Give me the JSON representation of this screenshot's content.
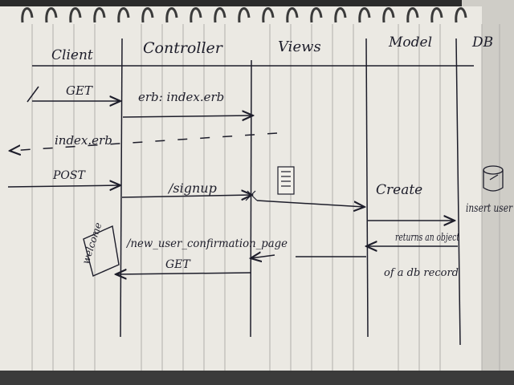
{
  "colors": {
    "paper": "#e9e7e1",
    "paper_shadow": "#c9c6bf",
    "rule_line": "#a9a8a4",
    "ink": "#1d1d2a",
    "spiral": "#3a3a3a",
    "background": "#2b2b2b"
  },
  "lanes": {
    "client": "Client",
    "controller": "Controller",
    "views": "Views",
    "model": "Model",
    "db": "DB"
  },
  "messages": {
    "get_request": "GET",
    "erb_render": "erb: index.erb",
    "index_response": "index.erb",
    "post_request": "POST",
    "signup": "/signup",
    "create": "Create",
    "insert_user": "insert user",
    "returns_object": "returns an object",
    "db_record": "of a db record",
    "confirmation_page": "/new_user_confirmation_page",
    "get_response": "GET",
    "welcome_note": "welcome"
  },
  "icons": {
    "document": "document-icon",
    "database": "database-icon"
  }
}
